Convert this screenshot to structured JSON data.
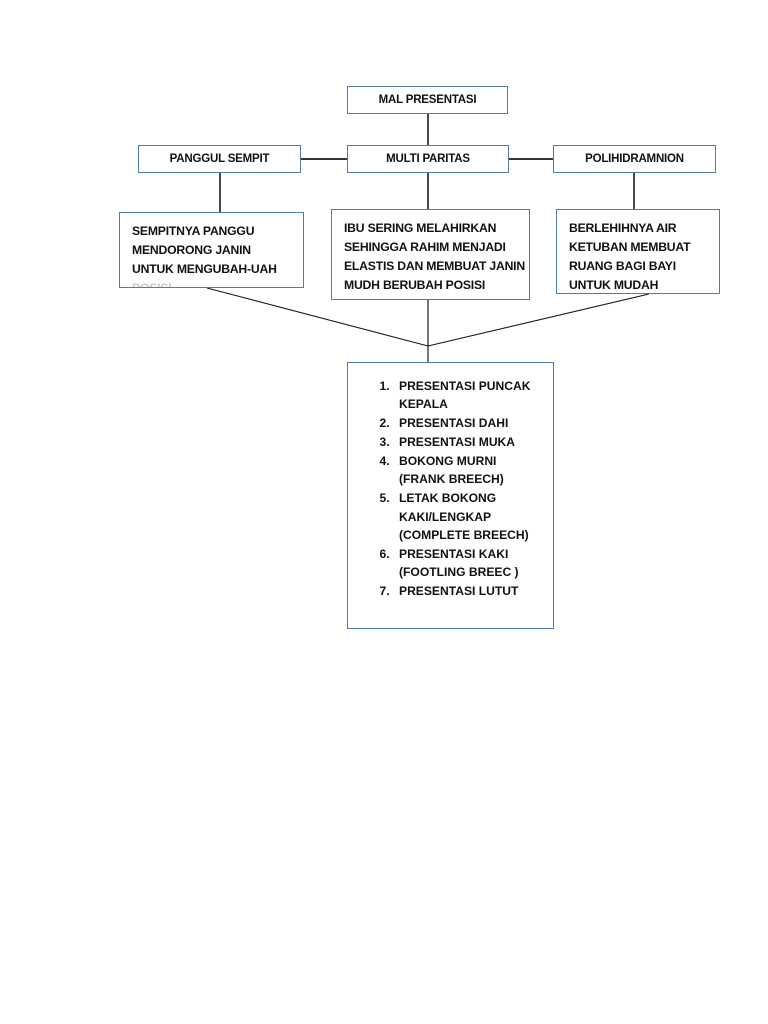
{
  "diagram": {
    "title": "MAL PRESENTASI",
    "border_color": "#4f7ca8",
    "connector_color": "#1a1a1a",
    "nodes": {
      "root": {
        "label": "MAL PRESENTASI"
      },
      "causes": [
        {
          "id": "panggul-sempit",
          "label": "PANGGUL SEMPIT"
        },
        {
          "id": "multi-paritas",
          "label": "MULTI PARITAS"
        },
        {
          "id": "polihidramnion",
          "label": "POLIHIDRAMNION"
        }
      ],
      "descriptions": [
        {
          "id": "desc-panggul",
          "lines": [
            "SEMPITNYA PANGGU",
            "MENDORONG JANIN",
            "UNTUK MENGUBAH-UAH",
            "POSISI"
          ]
        },
        {
          "id": "desc-multi",
          "lines": [
            "IBU SERING MELAHIRKAN",
            "SEHINGGA RAHIM MENJADI",
            "ELASTIS DAN MEMBUAT JANIN",
            "MUDH BERUBAH POSISI"
          ]
        },
        {
          "id": "desc-polihidramnion",
          "lines": [
            "BERLEHIHNYA AIR",
            "KETUBAN MEMBUAT",
            "RUANG BAGI BAYI",
            "UNTUK MUDAH"
          ]
        }
      ],
      "outcome_list": [
        "PRESENTASI PUNCAK KEPALA",
        "PRESENTASI DAHI",
        "PRESENTASI MUKA",
        "BOKONG MURNI (FRANK BREECH)",
        "LETAK BOKONG KAKI/LENGKAP (COMPLETE BREECH)",
        "PRESENTASI KAKI (FOOTLING BREEC )",
        "PRESENTASI LUTUT"
      ]
    }
  }
}
